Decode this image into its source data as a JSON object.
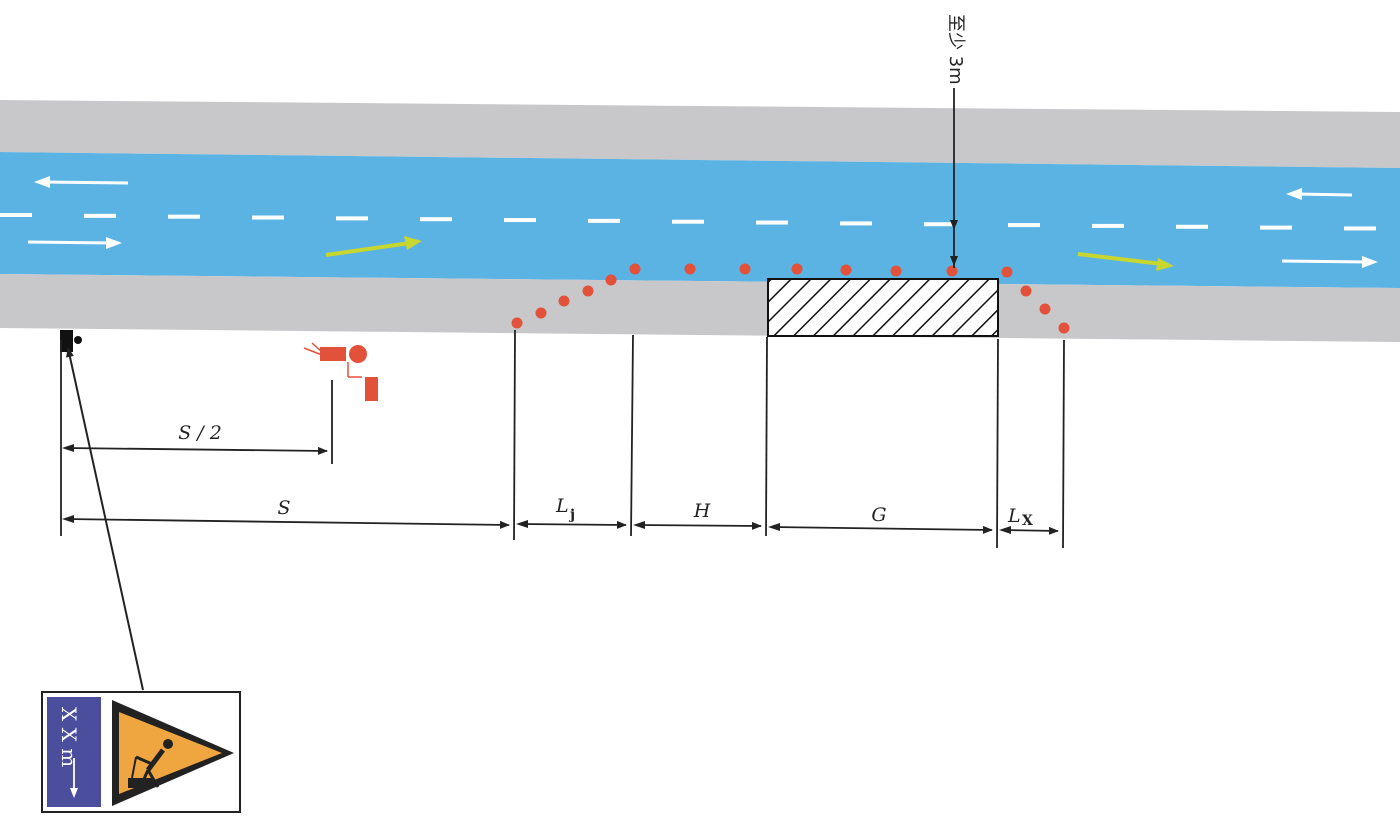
{
  "labels": {
    "half_distance": "S / 2",
    "warning_distance": "S",
    "taper_in": "L",
    "taper_in_sub": "j",
    "buffer": "H",
    "work_zone": "G",
    "taper_out": "L",
    "taper_out_sub": "X",
    "clearance_note": "至少 3m"
  },
  "sign": {
    "distance_text": "X X m",
    "icon": "road-work-warning-icon"
  },
  "colors": {
    "lane": "#5bb3e4",
    "shoulder": "#c8c8ca",
    "cone": "#e2513a",
    "traffic_arrow": "#c8d630",
    "sign_panel": "#4a4e9c",
    "sign_triangle": "#f0a640"
  }
}
